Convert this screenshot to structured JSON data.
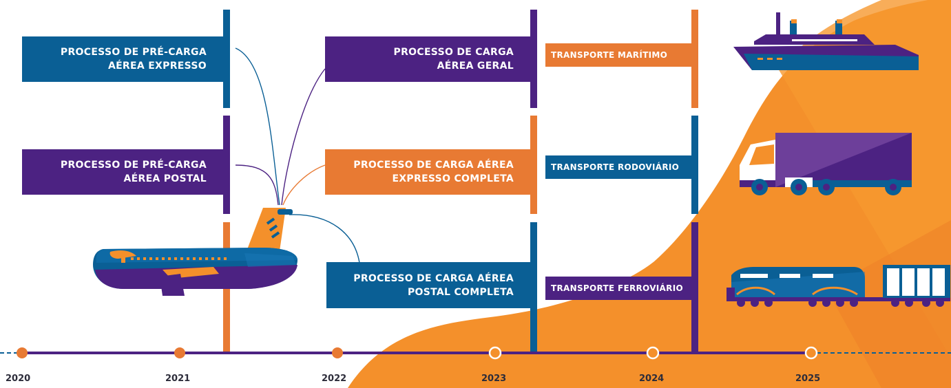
{
  "colors": {
    "blue": "#0a5f95",
    "purple": "#4c2282",
    "orange": "#e87a33",
    "orange_bg": "#f4902b",
    "orange_bg_light": "#f89a35"
  },
  "processes": [
    {
      "line1": "PROCESSO DE PRÉ-CARGA",
      "line2": "AÉREA EXPRESSO",
      "color": "blue"
    },
    {
      "line1": "PROCESSO DE PRÉ-CARGA",
      "line2": "AÉREA POSTAL",
      "color": "purple"
    },
    {
      "line1": "PROCESSO DE CARGA",
      "line2": "AÉREA GERAL",
      "color": "purple"
    },
    {
      "line1": "PROCESSO DE CARGA AÉREA",
      "line2": "EXPRESSO COMPLETA",
      "color": "orange"
    },
    {
      "line1": "PROCESSO DE CARGA AÉREA",
      "line2": "POSTAL COMPLETA",
      "color": "blue"
    }
  ],
  "transports": [
    {
      "label": "TRANSPORTE MARÍTIMO",
      "color": "orange",
      "icon": "ship-icon"
    },
    {
      "label": "TRANSPORTE RODOVIÁRIO",
      "color": "blue",
      "icon": "truck-icon"
    },
    {
      "label": "TRANSPORTE FERROVIÁRIO",
      "color": "purple",
      "icon": "train-icon"
    }
  ],
  "years": [
    "2020",
    "2021",
    "2022",
    "2023",
    "2024",
    "2025"
  ],
  "milestones": [
    {
      "year": "2020",
      "state": "completed"
    },
    {
      "year": "2021",
      "state": "completed"
    },
    {
      "year": "2022",
      "state": "completed"
    },
    {
      "year": "2023",
      "state": "upcoming"
    },
    {
      "year": "2024",
      "state": "upcoming"
    },
    {
      "year": "2025",
      "state": "upcoming"
    }
  ],
  "icons": [
    "airplane-icon",
    "ship-icon",
    "truck-icon",
    "train-icon"
  ]
}
